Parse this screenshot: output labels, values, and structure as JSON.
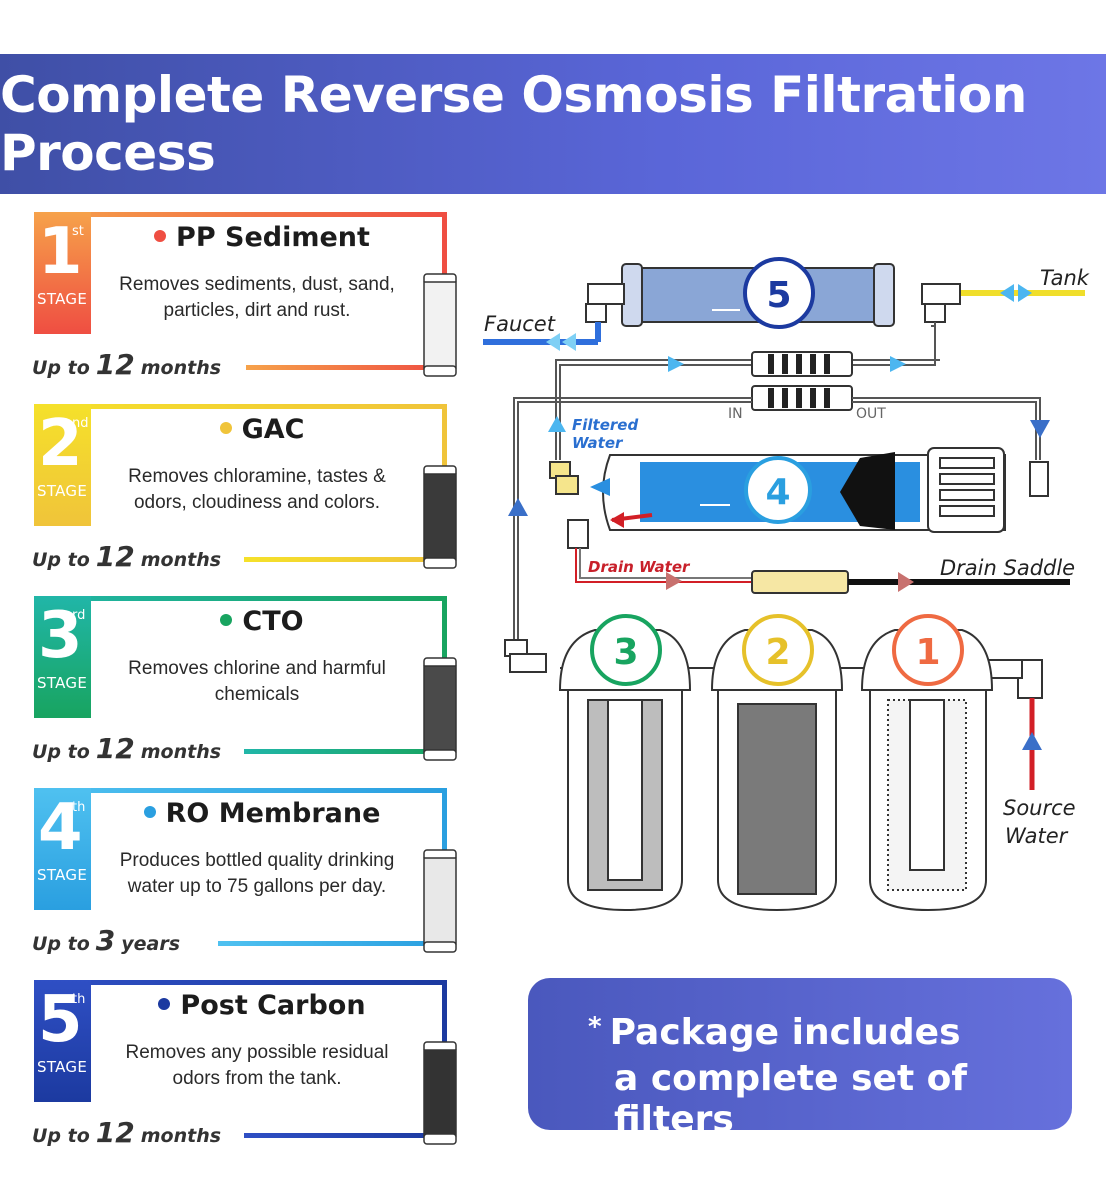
{
  "header": {
    "title": "Complete Reverse Osmosis Filtration Process"
  },
  "stage_label": "STAGE",
  "up_to": "Up to",
  "stages": [
    {
      "number": "1",
      "suffix": "st",
      "name": "PP Sediment",
      "description": "Removes sediments, dust, sand, particles, dirt and rust.",
      "life_value": "12",
      "life_unit": "months",
      "color": "#ef4e42",
      "color2": "#f6a24a"
    },
    {
      "number": "2",
      "suffix": "nd",
      "name": "GAC",
      "description": "Removes chloramine, tastes & odors, cloudiness and colors.",
      "life_value": "12",
      "life_unit": "months",
      "color": "#f0c43a",
      "color2": "#f5e12a"
    },
    {
      "number": "3",
      "suffix": "rd",
      "name": "CTO",
      "description": "Removes chlorine and harmful chemicals",
      "life_value": "12",
      "life_unit": "months",
      "color": "#18a460",
      "color2": "#21b6a8"
    },
    {
      "number": "4",
      "suffix": "th",
      "name": "RO Membrane",
      "description": "Produces bottled quality drinking water up to 75 gallons per day.",
      "life_value": "3",
      "life_unit": "years",
      "color": "#2a9fe0",
      "color2": "#4fc1f0"
    },
    {
      "number": "5",
      "suffix": "th",
      "name": "Post Carbon",
      "description": "Removes any possible residual odors from the tank.",
      "life_value": "12",
      "life_unit": "months",
      "color": "#1c3aa0",
      "color2": "#2f4fc4"
    }
  ],
  "diagram": {
    "tank": "Tank",
    "faucet": "Faucet",
    "in_label": "IN",
    "out_label": "OUT",
    "filtered_water": [
      "Filtered",
      "Water"
    ],
    "drain_water": "Drain Water",
    "drain_saddle": "Drain Saddle",
    "source_water": [
      "Source",
      "Water"
    ],
    "filter_numbers": [
      "1",
      "2",
      "3",
      "4",
      "5"
    ]
  },
  "package": {
    "star": "*",
    "line1": "Package includes",
    "line2": "a complete set of filters"
  }
}
